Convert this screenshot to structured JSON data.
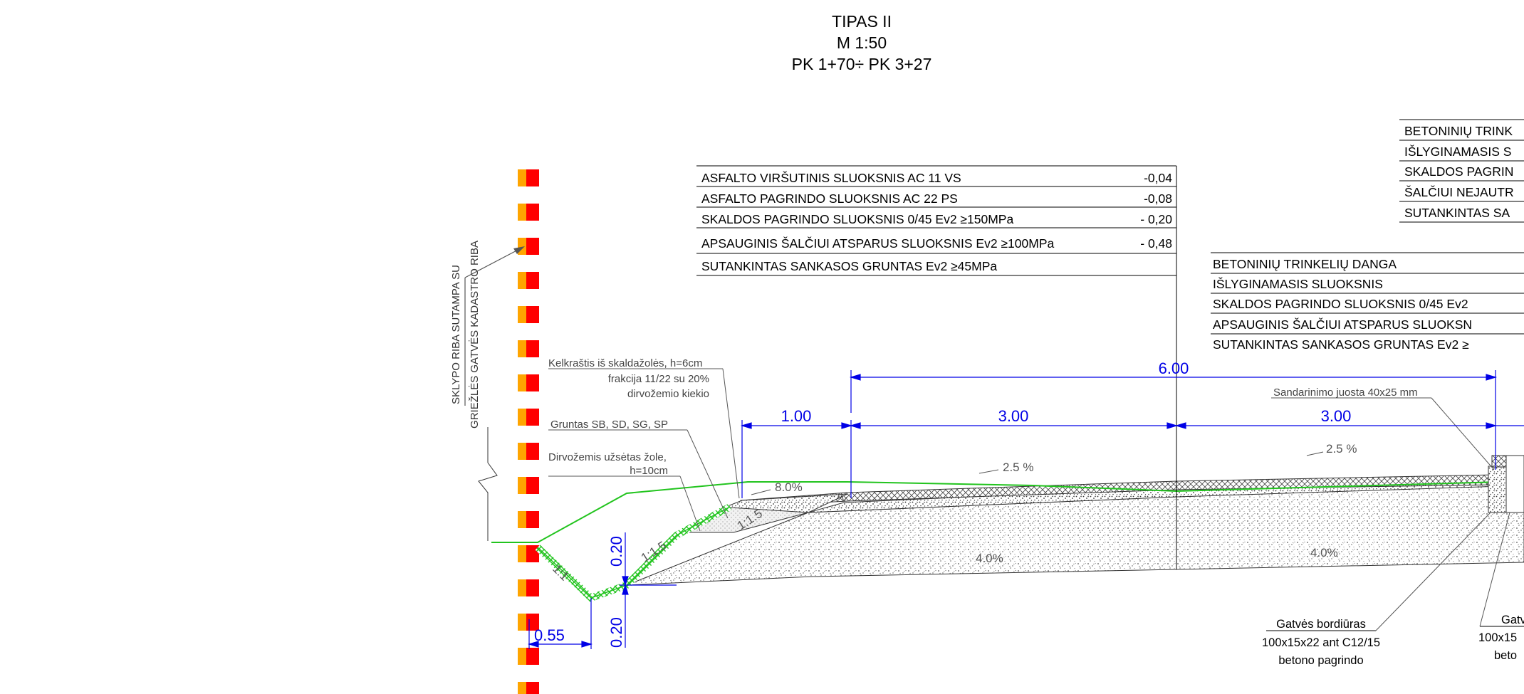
{
  "title": {
    "type": "TIPAS II",
    "scale": "M 1:50",
    "range": "PK 1+70÷ PK 3+27"
  },
  "table_asphalt": [
    {
      "name": "ASFALTO VIRŠUTINIS SLUOKSNIS AC 11 VS",
      "value": "-0,04"
    },
    {
      "name": "ASFALTO PAGRINDO SLUOKSNIS  AC 22 PS",
      "value": "-0,08"
    },
    {
      "name": "SKALDOS PAGRINDO SLUOKSNIS 0/45  Ev2 ≥150MPa",
      "value": "- 0,20"
    },
    {
      "name": "APSAUGINIS ŠALČIUI ATSPARUS SLUOKSNIS Ev2 ≥100MPa",
      "value": "- 0,48"
    },
    {
      "name": "SUTANKINTAS SANKASOS GRUNTAS  Ev2 ≥45MPa",
      "value": ""
    }
  ],
  "table_paving_mid": [
    {
      "name": "BETONINIŲ TRINKELIŲ DANGA"
    },
    {
      "name": "IŠLYGINAMASIS SLUOKSNIS"
    },
    {
      "name": "SKALDOS PAGRINDO SLUOKSNIS 0/45  Ev2"
    },
    {
      "name": "APSAUGINIS ŠALČIUI ATSPARUS SLUOKSN"
    },
    {
      "name": "SUTANKINTAS SANKASOS GRUNTAS  Ev2 ≥"
    }
  ],
  "table_paving_right": [
    {
      "name": "BETONINIŲ TRINK"
    },
    {
      "name": "IŠLYGINAMASIS S"
    },
    {
      "name": "SKALDOS PAGRIN"
    },
    {
      "name": "ŠALČIUI NEJAUTR"
    },
    {
      "name": "SUTANKINTAS SA"
    }
  ],
  "notes": {
    "shoulder_1": "Kelkraštis iš skaldažolės, h=6cm",
    "shoulder_2": "frakcija 11/22 su 20%",
    "shoulder_3": "dirvožemio kiekio",
    "soil": "Gruntas SB, SD, SG, SP",
    "topsoil_1": "Dirvožemis užsėtas žole,",
    "topsoil_2": "h=10cm",
    "seal": "Sandarinimo juosta 40x25 mm"
  },
  "side_label": {
    "line1": "SKLYPO RIBA SUTAMPA SU",
    "line2": "GRIEŽLĖS GATVĖS KADASTRO RIBA"
  },
  "curb_label": {
    "line1": "Gatvės bordiūras",
    "line2": "100x15x22 ant C12/15",
    "line3": "betono pagrindo"
  },
  "curb_label_right": {
    "line1": "Gatv",
    "line2": "100x15",
    "line3": "beto"
  },
  "dimensions": {
    "total": "6.00",
    "shoulder": "1.00",
    "lane_left": "3.00",
    "lane_right": "3.00",
    "ditch_depth": "0.20",
    "ditch_bottom": "0.20",
    "ditch_offset": "0.55"
  },
  "slopes": {
    "shoulder": "8.0%",
    "lane_left": "2.5 %",
    "lane_right": "2.5 %",
    "ditch_outer": "1:1",
    "ditch_inner": "1:1.5",
    "fill_slope": "1:1.5",
    "sub_left": "4.0%",
    "sub_right": "4.0%",
    "mark": "2"
  },
  "colors": {
    "dimension": "#0000e6",
    "ground_line": "#22c41e",
    "boundary_red": "#ff0000",
    "boundary_orange": "#ffa500",
    "hatch": "#555555"
  }
}
